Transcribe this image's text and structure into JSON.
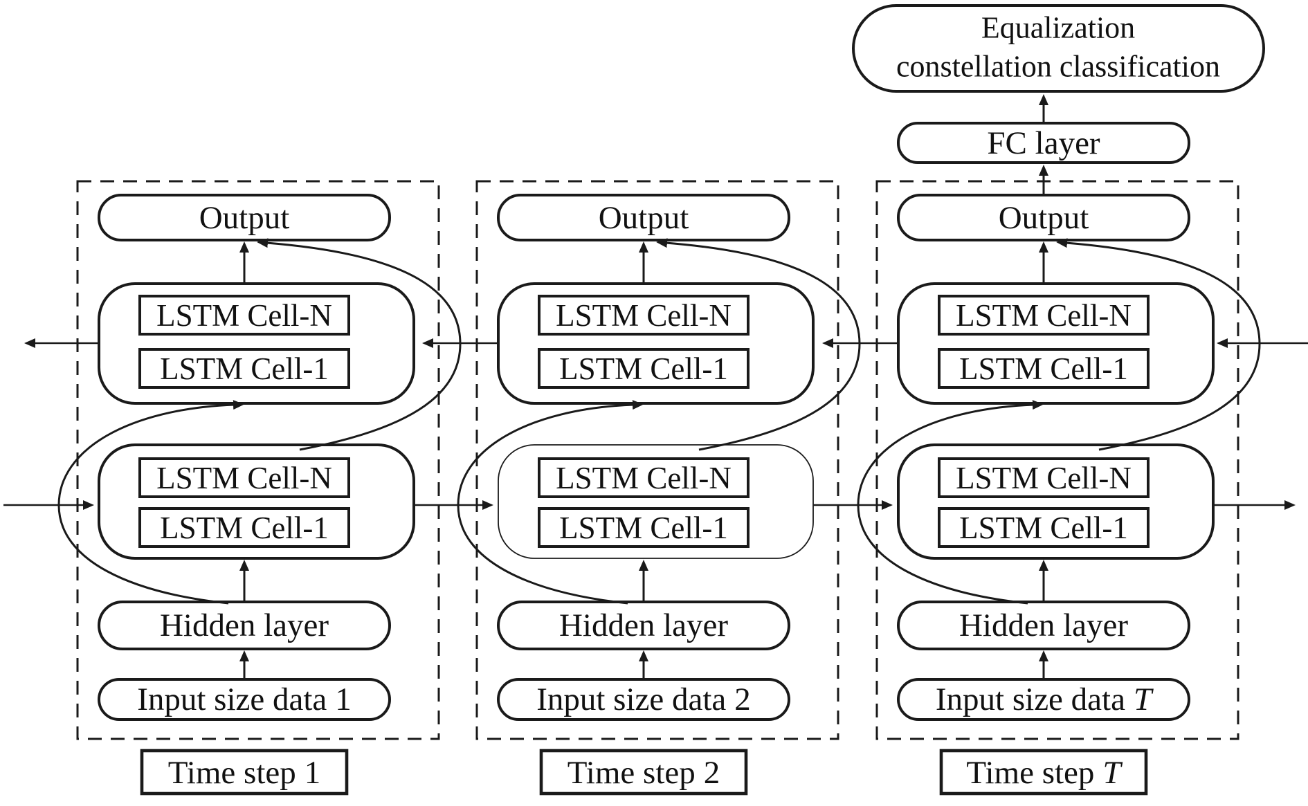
{
  "colors": {
    "ink": "#1a1a1a",
    "background": "#ffffff"
  },
  "classifier_box": {
    "lines": [
      "Equalization",
      "constellation classification"
    ]
  },
  "fc_box": {
    "label": "FC layer"
  },
  "timesteps": [
    {
      "output": "Output",
      "backward_cells": [
        "LSTM Cell-N",
        "LSTM Cell-1"
      ],
      "forward_cells": [
        "LSTM Cell-N",
        "LSTM Cell-1"
      ],
      "hidden": "Hidden layer",
      "input_label": "Input size data",
      "input_suffix": "1",
      "step_label": "Time step",
      "step_suffix": "1"
    },
    {
      "output": "Output",
      "backward_cells": [
        "LSTM Cell-N",
        "LSTM Cell-1"
      ],
      "forward_cells": [
        "LSTM Cell-N",
        "LSTM Cell-1"
      ],
      "hidden": "Hidden layer",
      "input_label": "Input size data",
      "input_suffix": "2",
      "step_label": "Time step",
      "step_suffix": "2"
    },
    {
      "output": "Output",
      "backward_cells": [
        "LSTM Cell-N",
        "LSTM Cell-1"
      ],
      "forward_cells": [
        "LSTM Cell-N",
        "LSTM Cell-1"
      ],
      "hidden": "Hidden layer",
      "input_label": "Input size data",
      "input_suffix": "T",
      "step_label": "Time step",
      "step_suffix": "T"
    }
  ]
}
